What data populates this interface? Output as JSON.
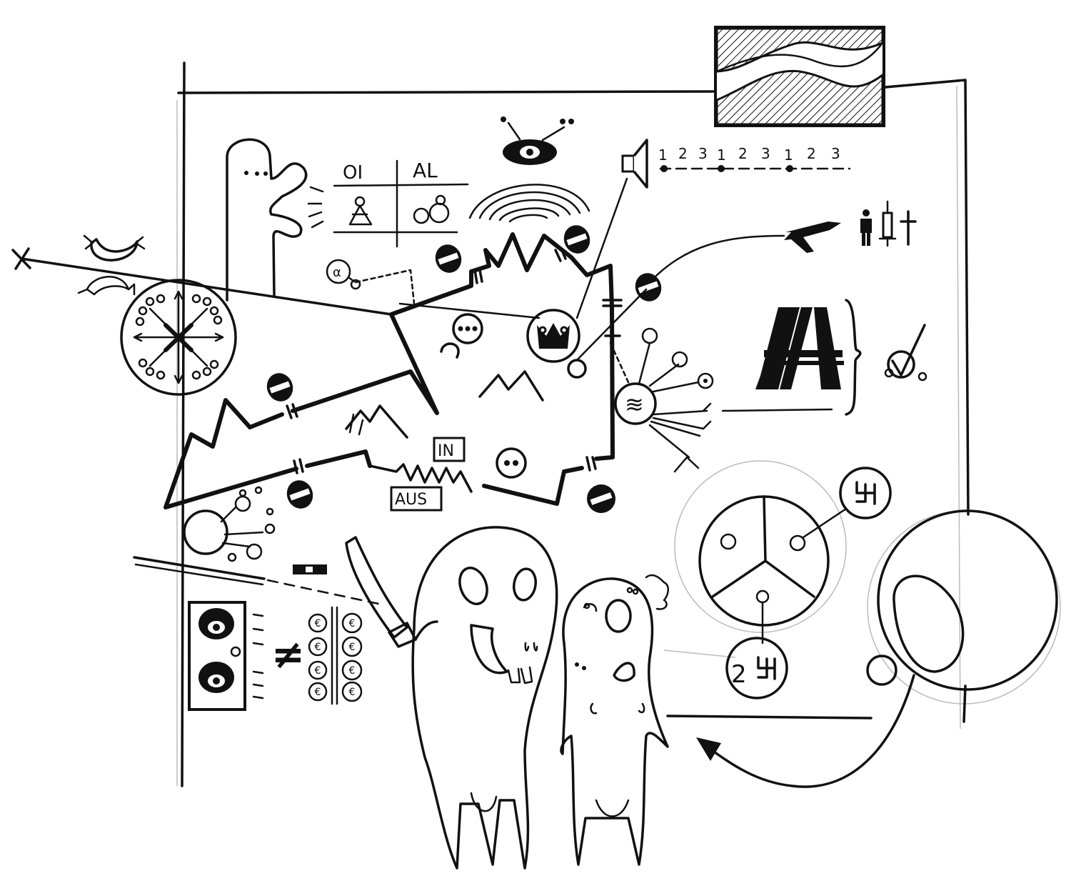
{
  "table": {
    "header_left": "OI",
    "header_right": "AL"
  },
  "count_sequence": [
    "1",
    "2",
    "3",
    "1",
    "2",
    "3",
    "1",
    "2",
    "3"
  ],
  "labels": {
    "in": "IN",
    "aus": "AUS",
    "not_equal": "≠",
    "alpha": "α",
    "big_letter": "A",
    "checkmark": "✓",
    "euro": "€",
    "power_lines": "≋"
  },
  "symbol_number": "2",
  "icons": [
    "eye-icon",
    "speaker-icon",
    "airplane-icon",
    "person-icon",
    "syringe-icon",
    "cross-icon",
    "crown-icon",
    "compass-icon",
    "sausage-icon",
    "knife-icon",
    "swastika-icon",
    "capacitor-icon",
    "resistor-icon",
    "fuse-icon",
    "globe-icon",
    "tree-icon"
  ],
  "colors": {
    "ink": "#111111",
    "paper": "#ffffff",
    "pencil": "#bbbbbb"
  }
}
